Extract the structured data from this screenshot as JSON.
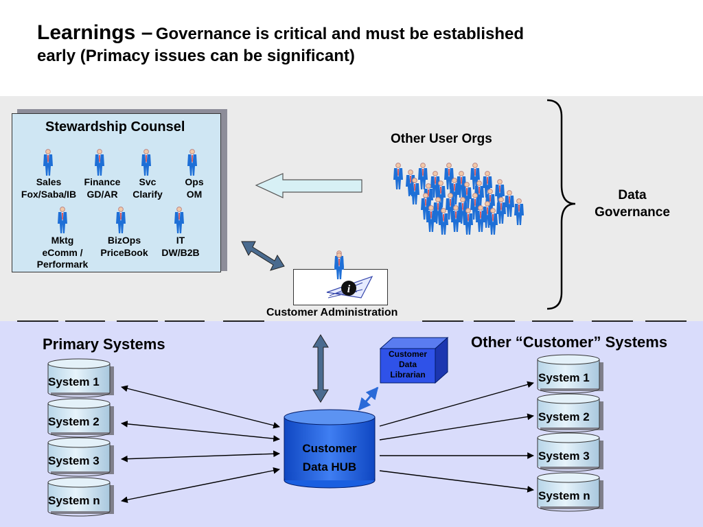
{
  "title": {
    "lead": "Learnings –",
    "rest_line1": "Governance is critical and must be established",
    "rest_line2": "early (Primacy issues can be significant)"
  },
  "stewardship": {
    "title": "Stewardship Counsel",
    "members": [
      {
        "line1": "Sales",
        "line2": "Fox/Saba/IB",
        "line3": ""
      },
      {
        "line1": "Finance",
        "line2": "GD/AR",
        "line3": ""
      },
      {
        "line1": "Svc",
        "line2": "Clarify",
        "line3": ""
      },
      {
        "line1": "Ops",
        "line2": "OM",
        "line3": ""
      },
      {
        "line1": "Mktg",
        "line2": "eComm /",
        "line3": "Performark"
      },
      {
        "line1": "BizOps",
        "line2": "PriceBook",
        "line3": ""
      },
      {
        "line1": "IT",
        "line2": "DW/B2B",
        "line3": ""
      }
    ]
  },
  "other_user_orgs": "Other User Orgs",
  "data_governance": {
    "line1": "Data",
    "line2": "Governance"
  },
  "customer_admin": "Customer Administration",
  "primary_systems": {
    "title": "Primary Systems",
    "items": [
      "System 1",
      "System 2",
      "System 3",
      "System n"
    ]
  },
  "other_systems": {
    "title": "Other “Customer” Systems",
    "items": [
      "System 1",
      "System 2",
      "System 3",
      "System n"
    ]
  },
  "hub": {
    "line1": "Customer",
    "line2": "Data HUB"
  },
  "librarian": {
    "line1": "Customer",
    "line2": "Data",
    "line3": "Librarian"
  },
  "colors": {
    "person_body": "#1e6fd6",
    "tie": "#d01010",
    "hub_fill": "#1a5fe0",
    "cylinder_fill": "#d3e9f5",
    "librarian_fill": "#2f52e8",
    "double_arrow": "#4a6b8f",
    "left_arrow_fill": "#d7f0f5"
  }
}
